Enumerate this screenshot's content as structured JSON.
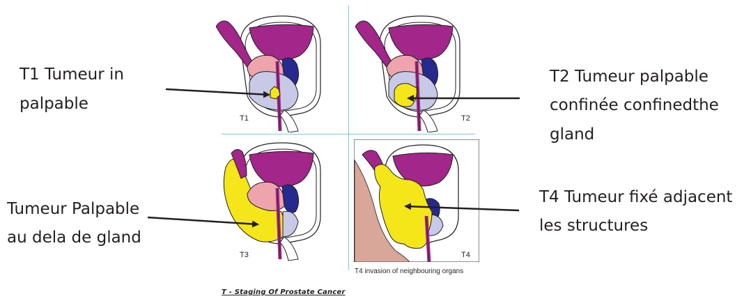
{
  "labels": {
    "t1_line1": "T1 Tumeur in",
    "t1_line2": "palpable",
    "t2_line1": "T2 Tumeur palpable",
    "t2_line2": "confinée confinedthe",
    "t2_line3": "gland",
    "t3_line1": "Tumeur Palpable",
    "t3_line2": "au dela de  gland",
    "t4_line1": "T4 Tumeur  fixé adjacent",
    "t4_line2": "les structures"
  },
  "panels": {
    "t1": "T1",
    "t2": "T2",
    "t3": "T3",
    "t4": "T4",
    "t4_note": "T4 invasion of neighbouring organs"
  },
  "caption": "T - Staging Of Prostate Cancer",
  "colors": {
    "bladder": "#a3268a",
    "prostate": "#c7c9e6",
    "rectum_pink": "#eda4ad",
    "seminal_blue": "#262a8e",
    "tumor": "#f5e61a",
    "outline": "#231f20",
    "tissue": "#d9a79a",
    "divider": "#7cc7e3"
  }
}
